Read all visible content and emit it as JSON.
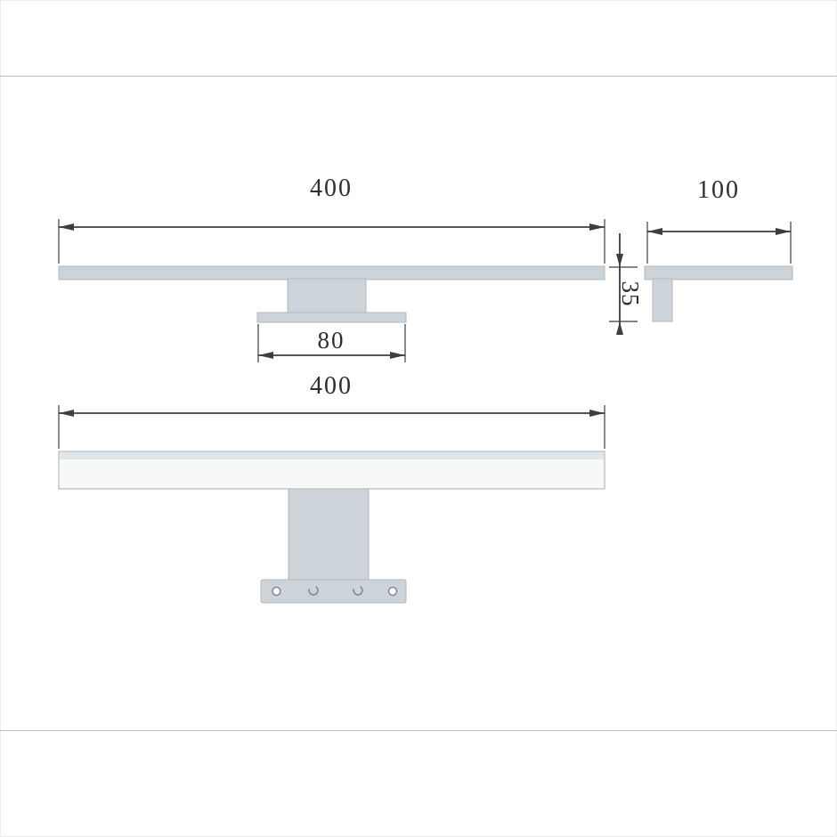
{
  "drawing": {
    "title": "wall-lamp-dimension-diagram",
    "views": {
      "top": {
        "width_label": "400",
        "base_width_label": "80"
      },
      "side": {
        "depth_label": "100",
        "height_label": "35"
      },
      "front": {
        "width_label": "400"
      }
    }
  },
  "colors": {
    "body_fill": "#ccd4da",
    "body_stroke": "#b2bac0",
    "front_fill": "#f7f9f9",
    "strip_fill": "#e0e6e9",
    "dim_line": "#3d3d3d",
    "frame_line": "#bdbdbd"
  }
}
